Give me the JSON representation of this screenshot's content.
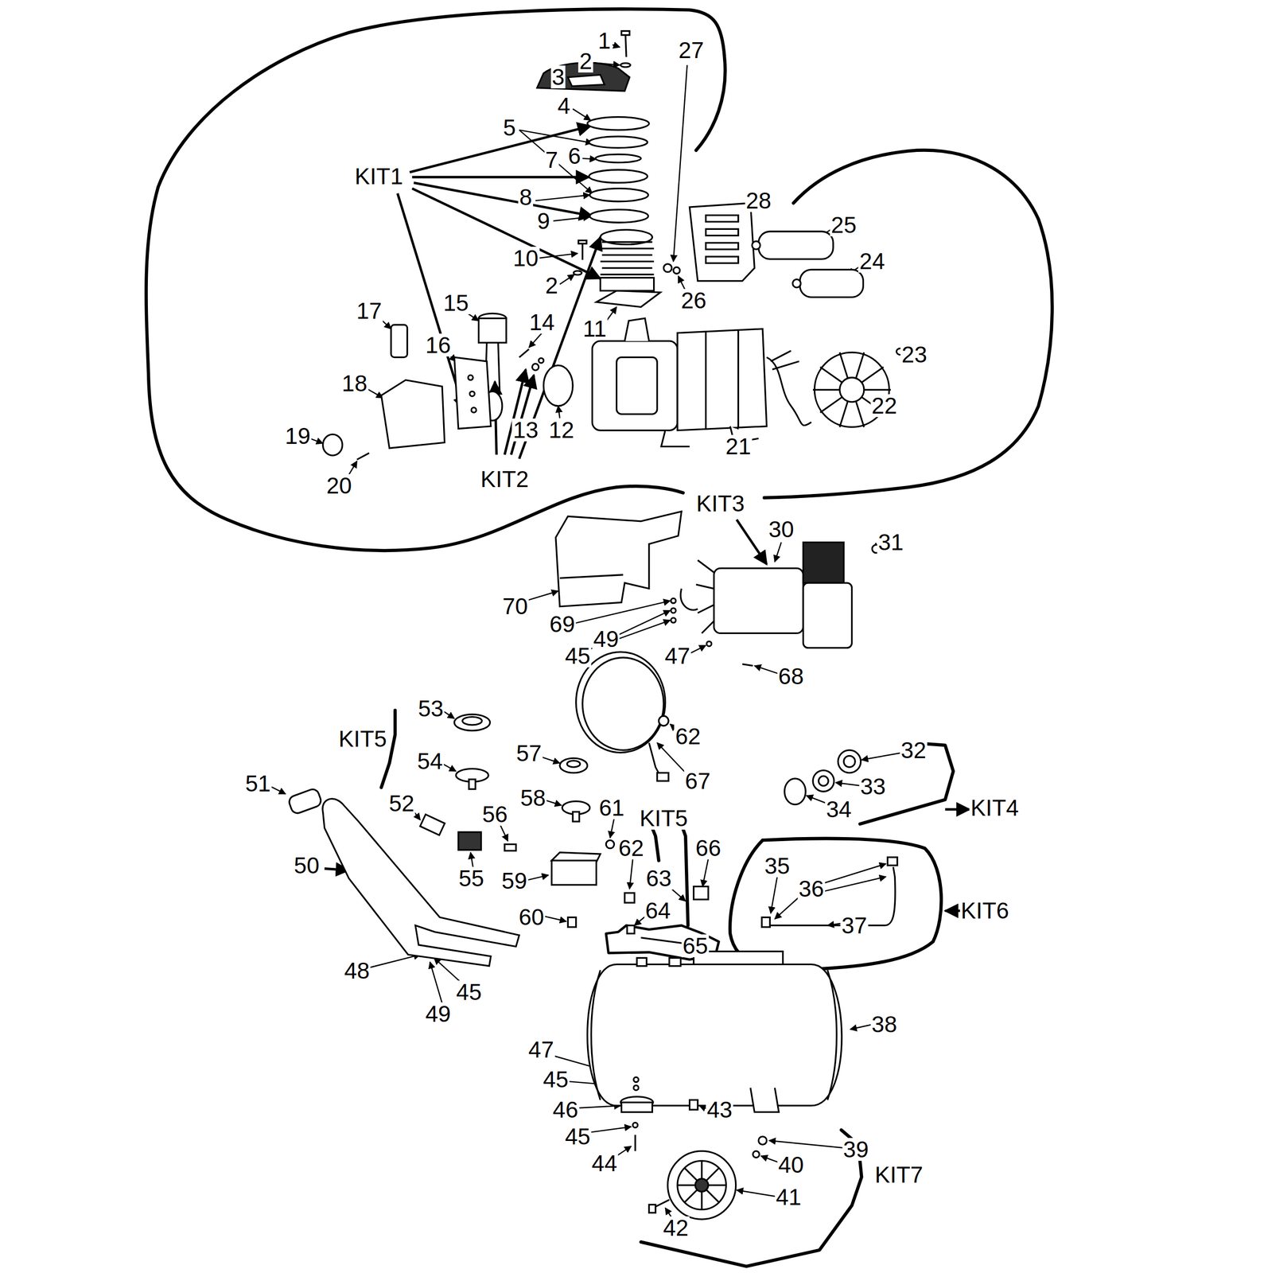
{
  "diagram": {
    "labels": [
      "1",
      "27",
      "2",
      "3",
      "4",
      "5",
      "KIT1",
      "7",
      "6",
      "28",
      "25",
      "8",
      "9",
      "24",
      "10",
      "2",
      "26",
      "11",
      "17",
      "15",
      "14",
      "16",
      "23",
      "18",
      "22",
      "13",
      "12",
      "19",
      "21",
      "KIT2",
      "20",
      "KIT3",
      "30",
      "31",
      "70",
      "69",
      "49",
      "45",
      "47",
      "68",
      "53",
      "KIT5",
      "62",
      "32",
      "54",
      "57",
      "67",
      "33",
      "51",
      "34",
      "KIT4",
      "58",
      "52",
      "56",
      "61",
      "KIT5",
      "62",
      "66",
      "50",
      "35",
      "55",
      "63",
      "59",
      "36",
      "KIT6",
      "64",
      "60",
      "37",
      "65",
      "48",
      "45",
      "49",
      "38",
      "47",
      "45",
      "46",
      "43",
      "39",
      "45",
      "40",
      "KIT7",
      "44",
      "41",
      "42"
    ]
  }
}
